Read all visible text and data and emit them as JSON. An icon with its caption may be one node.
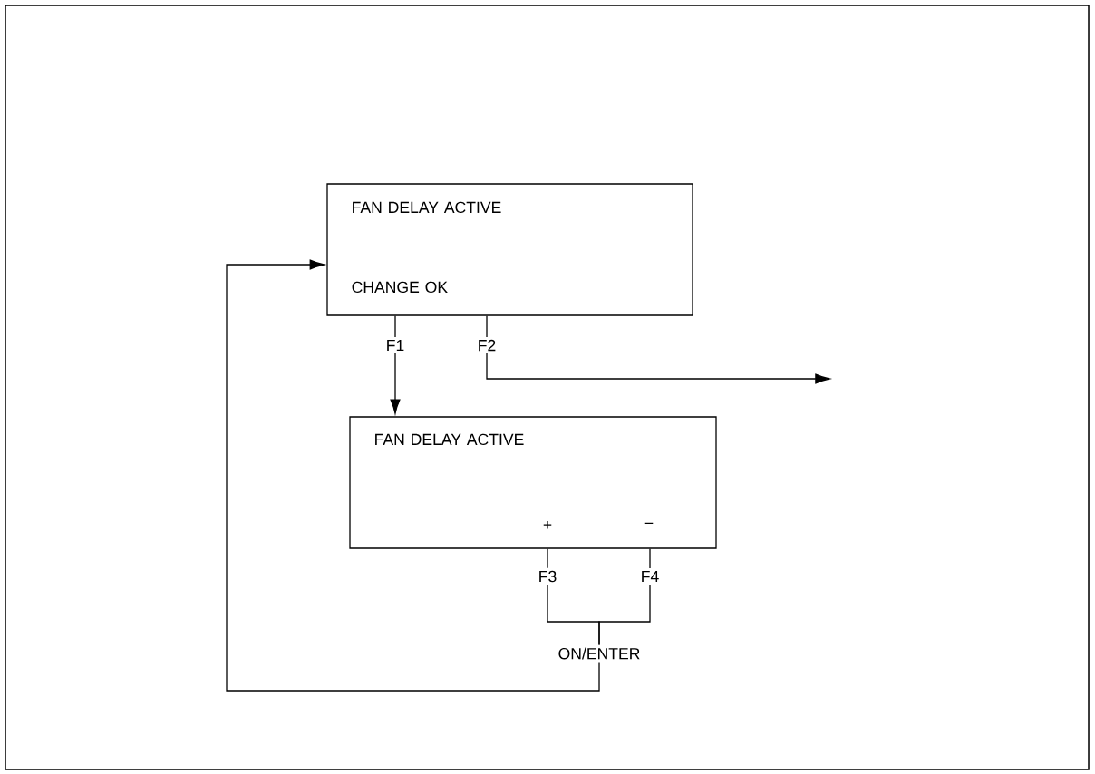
{
  "diagram": {
    "nodes": [
      {
        "text": [
          "FAN DELAY ACTIVE",
          "CHANGE OK"
        ]
      },
      {
        "text": [
          "FAN DELAY ACTIVE",
          "+",
          "−"
        ]
      },
      {
        "text": [
          "F1"
        ]
      },
      {
        "text": [
          "F2"
        ]
      },
      {
        "text": [
          "F3"
        ]
      },
      {
        "text": [
          "F4"
        ]
      },
      {
        "text": [
          "ON/ENTER"
        ]
      }
    ],
    "edges": [
      {
        "from": 0,
        "to": 2,
        "arrow": "none"
      },
      {
        "from": 0,
        "to": 3,
        "arrow": "none"
      },
      {
        "from": 2,
        "to": 1,
        "arrow": "to"
      },
      {
        "from": 3,
        "to": null,
        "arrow": "to"
      },
      {
        "from": 1,
        "to": 4,
        "arrow": "none"
      },
      {
        "from": 1,
        "to": 5,
        "arrow": "none"
      },
      {
        "from": 4,
        "to": 6,
        "arrow": "none"
      },
      {
        "from": 5,
        "to": 6,
        "arrow": "none"
      },
      {
        "from": 6,
        "to": 0,
        "arrow": "to"
      }
    ]
  }
}
